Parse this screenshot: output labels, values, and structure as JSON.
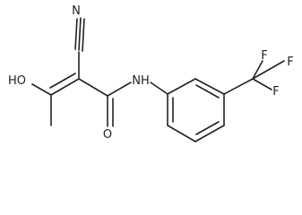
{
  "molecule": {
    "atoms": {
      "nitrile_n": "N",
      "hydroxyl": "HO",
      "amide_nh": "NH",
      "carbonyl_o": "O",
      "fluorine_top": "F",
      "fluorine_right": "F",
      "fluorine_bottom": "F"
    }
  }
}
